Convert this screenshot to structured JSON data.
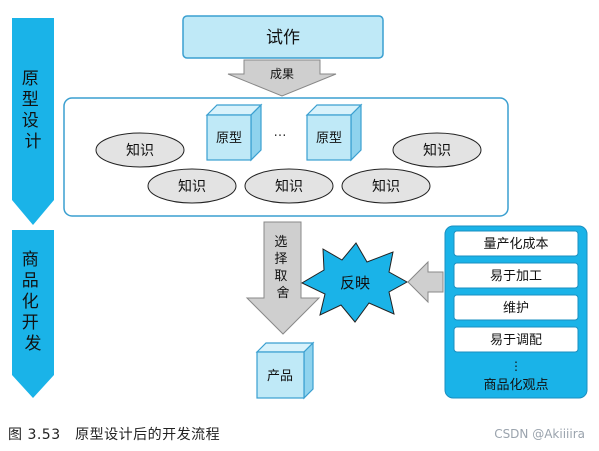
{
  "phases": {
    "prototype_design": [
      "原",
      "型",
      "设",
      "计"
    ],
    "product_development": [
      "商",
      "品",
      "化",
      "开",
      "发"
    ]
  },
  "trial": "试作",
  "result": "成果",
  "knowledge": "知识",
  "prototype": "原型",
  "ellipsis": "…",
  "select_vertical": [
    "选",
    "择",
    "取",
    "舍"
  ],
  "reflect": "反映",
  "product": "产品",
  "viewpoints": {
    "items": [
      "量产化成本",
      "易于加工",
      "维护",
      "易于调配"
    ],
    "more": "⋮",
    "title": "商品化观点"
  },
  "caption": "图 3.53　原型设计后的开发流程",
  "watermark": "CSDN @Akiiiira",
  "colors": {
    "phase_blue": "#1ab3e8",
    "box_fill": "#bfe9f7",
    "box_stroke": "#3a9fd0",
    "gray_arrow": "#cfcfcf",
    "ellipse_fill": "#e3e3e3",
    "outline": "#222222"
  }
}
